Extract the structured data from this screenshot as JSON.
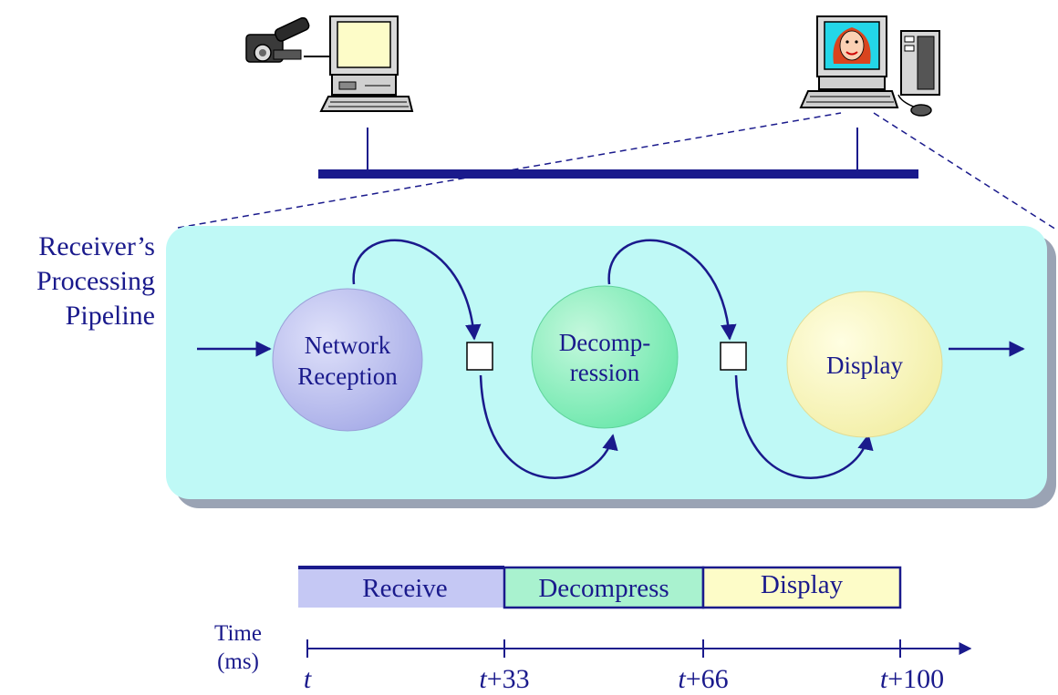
{
  "pipeline_label": [
    "Receiver’s",
    "Processing",
    "Pipeline"
  ],
  "stages": [
    {
      "name": "network-reception",
      "lines": [
        "Network",
        "Reception"
      ],
      "color": "#c5c8f0"
    },
    {
      "name": "decompression",
      "lines": [
        "Decomp-",
        "ression"
      ],
      "color": "#9ef0c8"
    },
    {
      "name": "display",
      "lines": [
        "Display"
      ],
      "color": "#fdfcc8"
    }
  ],
  "timeline": {
    "segments": [
      {
        "label": "Receive",
        "color": "#c5c8f4"
      },
      {
        "label": "Decompress",
        "color": "#a9f2cf"
      },
      {
        "label": "Display",
        "color": "#fdfcc8"
      }
    ],
    "axis_label": [
      "Time",
      "(ms)"
    ],
    "ticks": [
      {
        "var": "t",
        "suffix": ""
      },
      {
        "var": "t",
        "suffix": "+33"
      },
      {
        "var": "t",
        "suffix": "+66"
      },
      {
        "var": "t",
        "suffix": "+100"
      }
    ]
  },
  "icons": {
    "sender": [
      "camcorder-icon",
      "sender-computer-icon"
    ],
    "receiver": [
      "receiver-computer-icon",
      "tower-icon",
      "mouse-icon",
      "face-on-screen-icon"
    ]
  },
  "colors": {
    "navy": "#1a1a8c",
    "panel": "#bff9f6",
    "panel_shadow": "#9aa3b4"
  }
}
